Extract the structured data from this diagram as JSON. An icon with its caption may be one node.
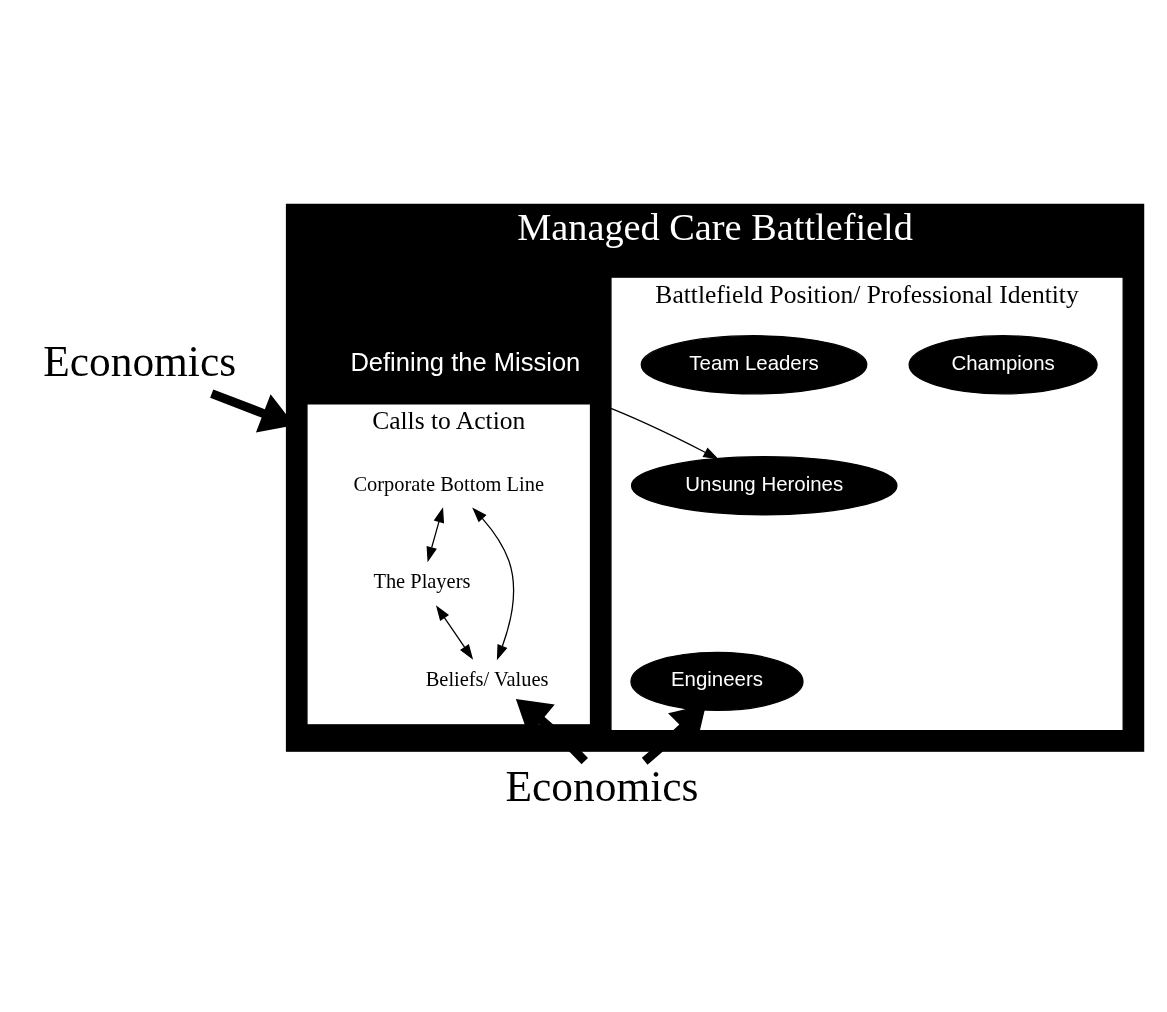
{
  "diagram": {
    "nodes": [
      {
        "text": [
          "Economics"
        ]
      },
      {
        "text": [
          "Managed Care Battlefield"
        ]
      },
      {
        "text": [
          "Calls to Action"
        ],
        "in": 1
      },
      {
        "text": [
          "Corporate Bottom Line"
        ],
        "in": 2
      },
      {
        "text": [
          "The Players"
        ],
        "in": 2
      },
      {
        "text": [
          "Beliefs/ Values"
        ],
        "in": 2
      },
      {
        "text": [
          "Defining the Mission"
        ],
        "in": 1
      },
      {
        "text": [
          "Battlefield Position/ Professional Identity"
        ],
        "in": 1
      },
      {
        "text": [
          "Champions"
        ],
        "in": 7
      },
      {
        "text": [
          "Unsung Heroines"
        ],
        "in": 7
      },
      {
        "text": [
          "Team Leaders"
        ],
        "in": 7
      },
      {
        "text": [
          "Engineers"
        ],
        "in": 7
      },
      {
        "text": [
          "Economics"
        ]
      }
    ],
    "edges": [
      {
        "from": 0,
        "to": 1,
        "arrow": "to",
        "style": "thick"
      },
      {
        "from": 3,
        "to": 4,
        "arrow": "both"
      },
      {
        "from": 3,
        "to": 5,
        "arrow": "both"
      },
      {
        "from": 4,
        "to": 5,
        "arrow": "both"
      },
      {
        "from": 6,
        "to": 9,
        "arrow": "to"
      },
      {
        "from": 12,
        "to": 5,
        "arrow": "to",
        "style": "thick"
      },
      {
        "from": 12,
        "to": 11,
        "arrow": "to",
        "style": "thick"
      }
    ]
  }
}
